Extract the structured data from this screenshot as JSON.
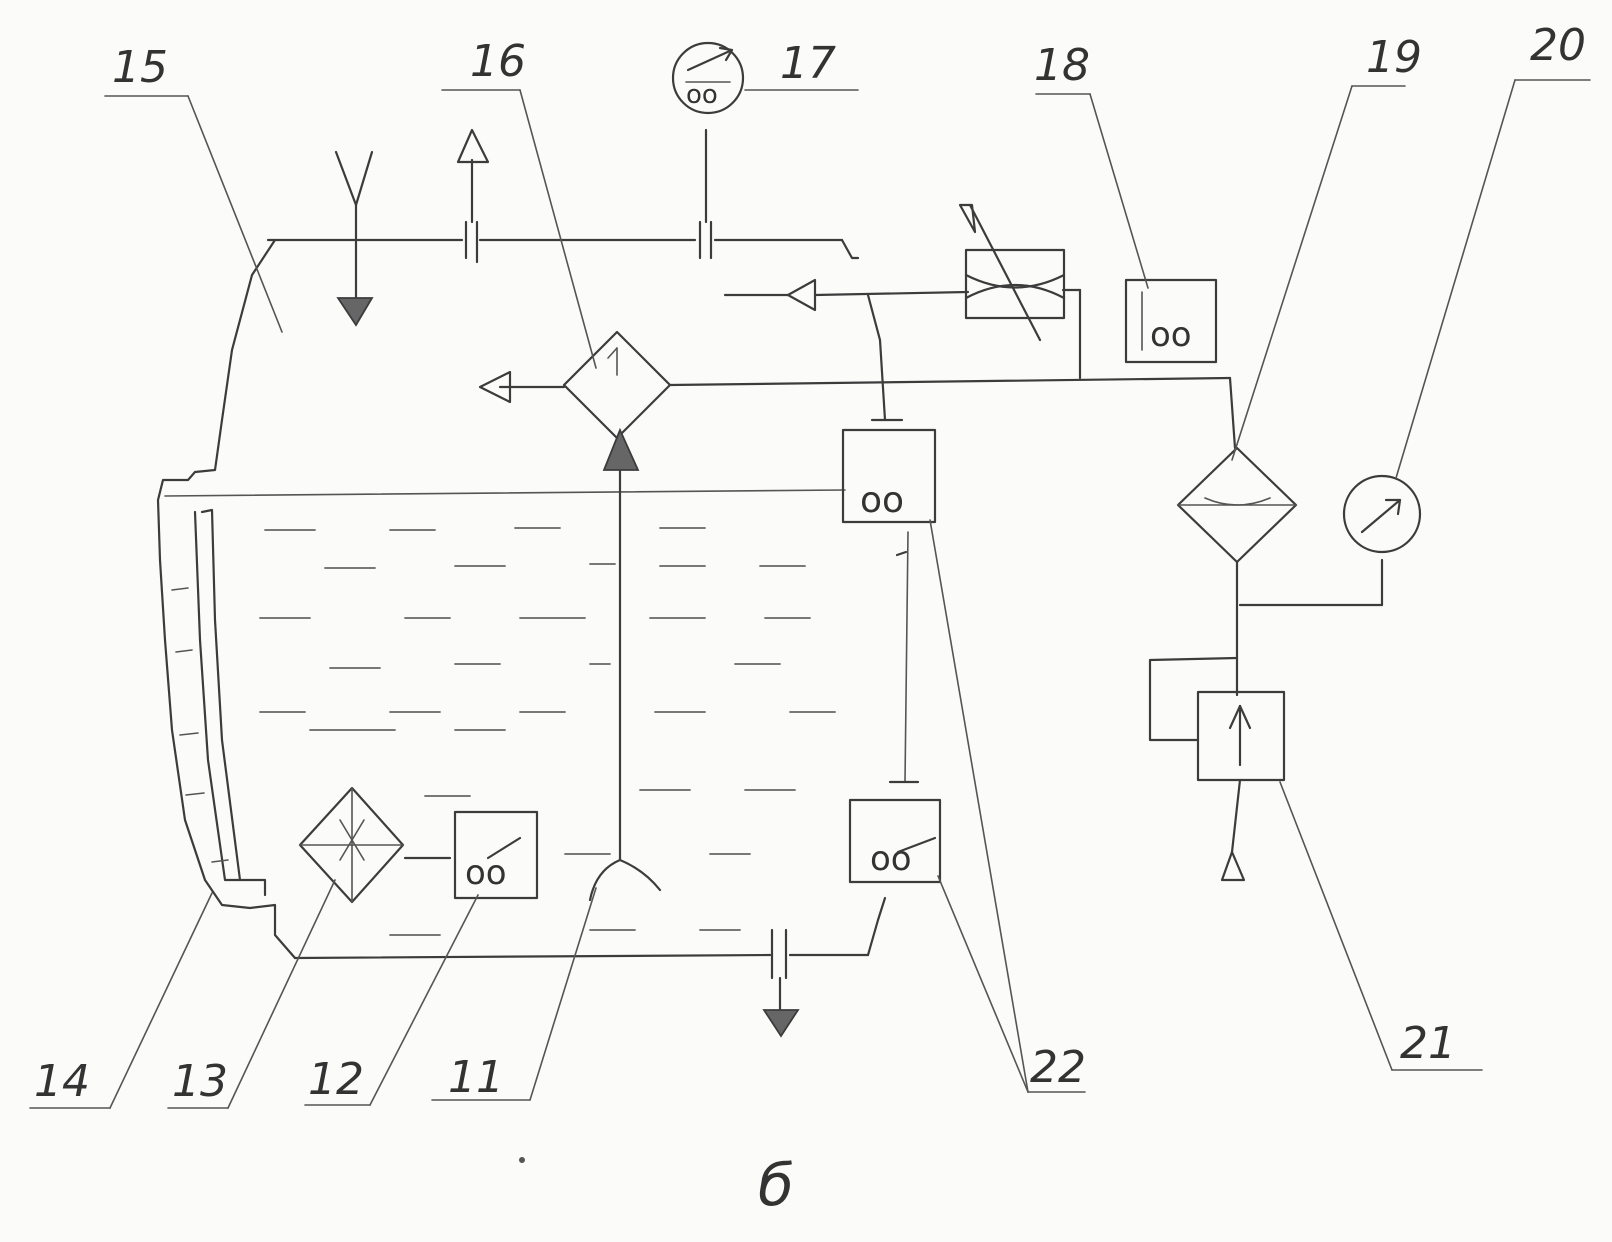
{
  "labels": {
    "l11": "11",
    "l12": "12",
    "l13": "13",
    "l14": "14",
    "l15": "15",
    "l16": "16",
    "l17": "17",
    "l18": "18",
    "l19": "19",
    "l20": "20",
    "l21": "21",
    "l22": "22"
  },
  "caption": "б",
  "switch_glyph": "оо"
}
